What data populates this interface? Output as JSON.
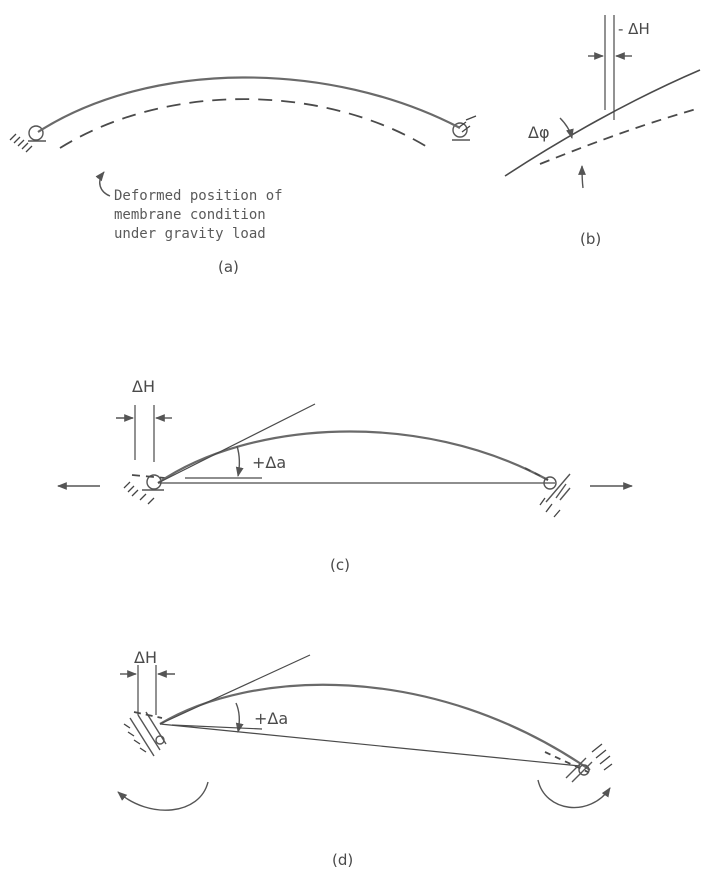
{
  "panel_a": {
    "label": "(a)",
    "note_line1": "Deformed position of",
    "note_line2": "membrane condition",
    "note_line3": "under gravity load"
  },
  "panel_b": {
    "label": "(b)",
    "delta_h": "- ΔH",
    "delta_phi": "Δφ"
  },
  "panel_c": {
    "label": "(c)",
    "delta_h": "ΔH",
    "delta_a": "+Δa"
  },
  "panel_d": {
    "label": "(d)",
    "delta_h": "ΔH",
    "delta_a": "+Δa"
  }
}
